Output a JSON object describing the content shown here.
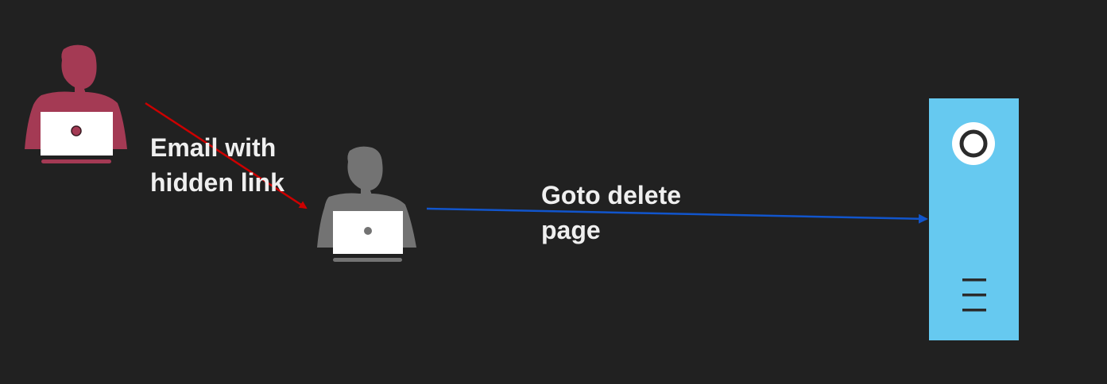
{
  "colors": {
    "background": "#212121",
    "attacker": "#a43a54",
    "victim": "#737373",
    "laptop_screen": "#ffffff",
    "email_arrow": "#cc0000",
    "request_arrow": "#1155cc",
    "server": "#66c9f0",
    "server_detail": "#2b2b2b",
    "label_text": "#efefef"
  },
  "actors": {
    "attacker_icon": "person-with-laptop",
    "victim_icon": "person-with-laptop",
    "server_icon": "server-tower"
  },
  "labels": {
    "email_line1": "Email with",
    "email_line2": "hidden link",
    "request_line1": "Goto delete",
    "request_line2": "page"
  }
}
